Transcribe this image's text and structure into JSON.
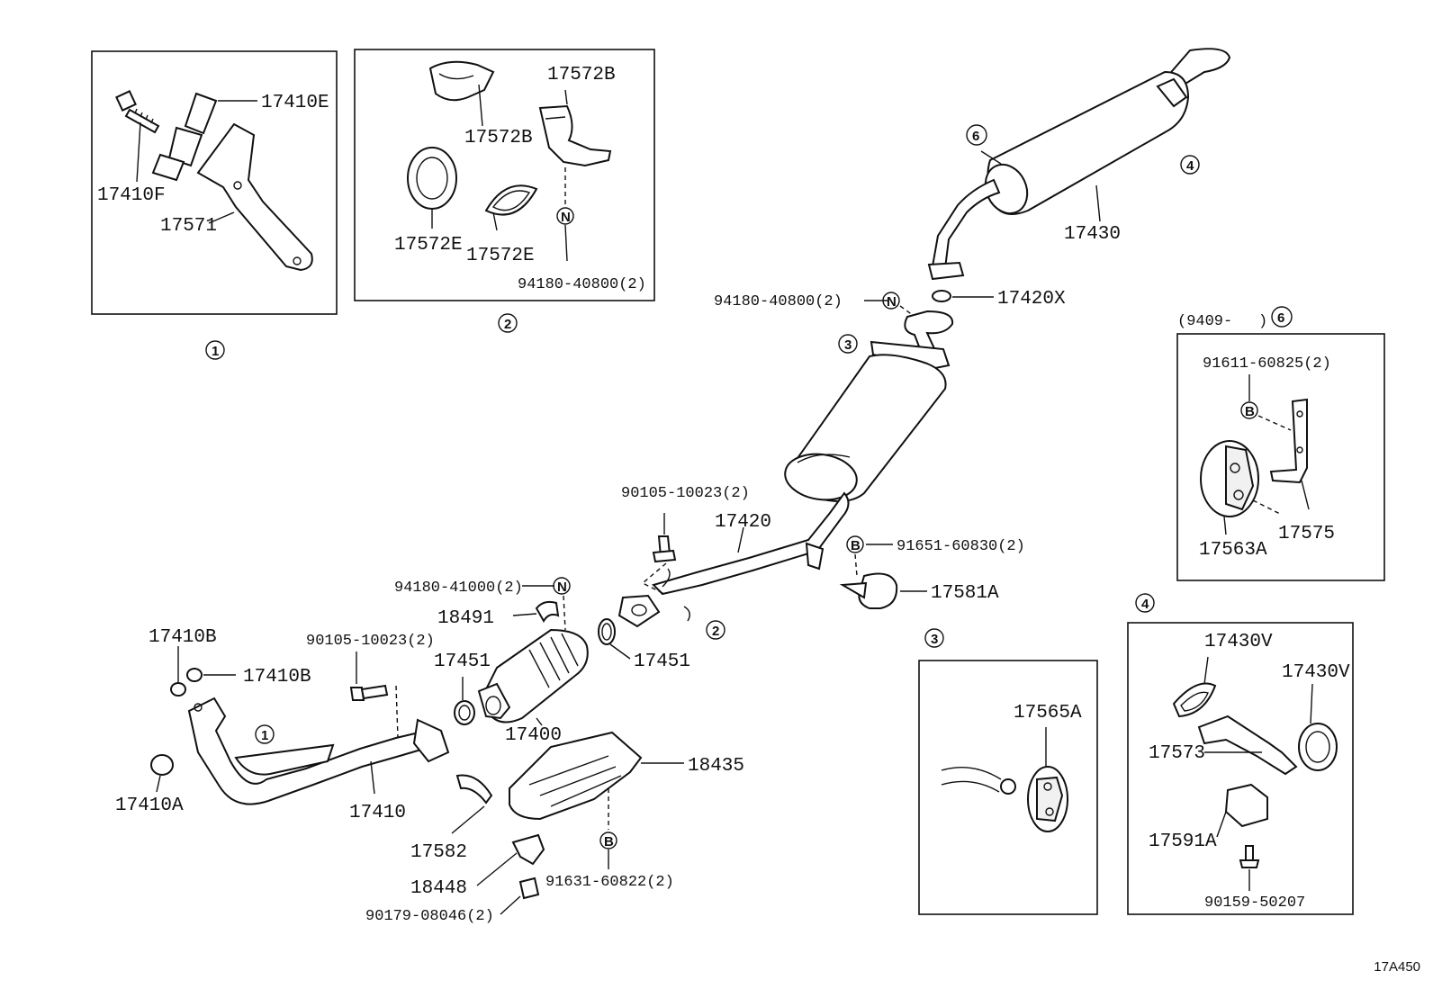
{
  "callouts": {
    "c1": "1",
    "c2": "2",
    "c3": "3",
    "c4": "4",
    "c6": "6",
    "N": "N",
    "B": "B"
  },
  "parts": {
    "p17410E": "17410E",
    "p17410F": "17410F",
    "p17571": "17571",
    "p17572B_a": "17572B",
    "p17572B_b": "17572B",
    "p17572E_a": "17572E",
    "p17572E_b": "17572E",
    "p94180_40800_a": "94180-40800(2)",
    "p94180_40800_b": "94180-40800(2)",
    "p17420X": "17420X",
    "p17430": "17430",
    "p9409": "(9409-",
    "p9409_close": ")",
    "p91611_60825": "91611-60825(2)",
    "p17563A": "17563A",
    "p17575": "17575",
    "p90105_10023_a": "90105-10023(2)",
    "p90105_10023_b": "90105-10023(2)",
    "p17420": "17420",
    "p91651_60830": "91651-60830(2)",
    "p17581A": "17581A",
    "p94180_41000": "94180-41000(2)",
    "p18491": "18491",
    "p17451_a": "17451",
    "p17451_b": "17451",
    "p17400": "17400",
    "p18435": "18435",
    "p17410B_a": "17410B",
    "p17410B_b": "17410B",
    "p17410A": "17410A",
    "p17410": "17410",
    "p17582": "17582",
    "p18448": "18448",
    "p91631_60822": "91631-60822(2)",
    "p90179_08046": "90179-08046(2)",
    "p17565A": "17565A",
    "p17430V_a": "17430V",
    "p17430V_b": "17430V",
    "p17573": "17573",
    "p17591A": "17591A",
    "p90159_50207": "90159-50207"
  },
  "figure_code": "17A450"
}
